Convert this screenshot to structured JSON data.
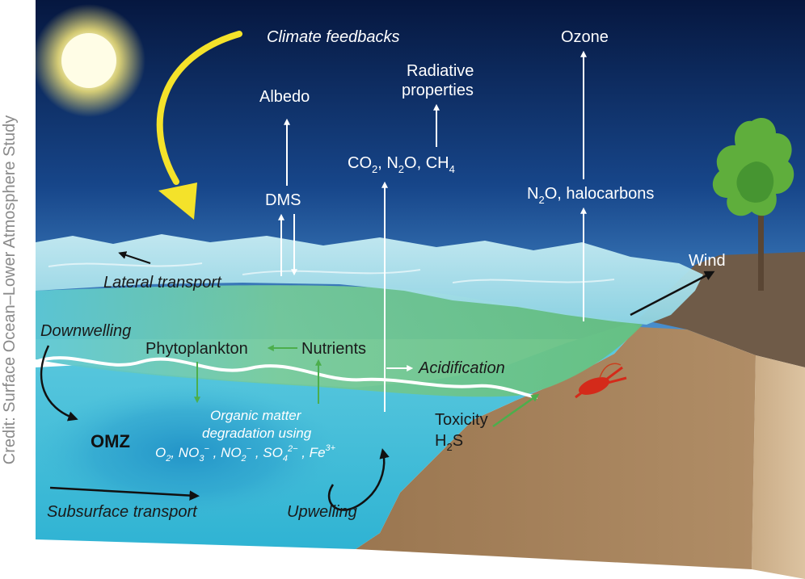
{
  "credit": "Credit: Surface Ocean–Lower Atmosphere Study",
  "labels": {
    "climate_feedbacks": "Climate feedbacks",
    "albedo": "Albedo",
    "radiative_line1": "Radiative",
    "radiative_line2": "properties",
    "ozone": "Ozone",
    "dms": "DMS",
    "gases_co2": "CO",
    "gases_n2o": ", N",
    "gases_ch4": "O, CH",
    "n2o_prefix": "N",
    "n2o_suffix": "O, halocarbons",
    "sub_2": "2",
    "sub_4": "4",
    "wind": "Wind",
    "lateral_transport": "Lateral transport",
    "downwelling": "Downwelling",
    "phytoplankton": "Phytoplankton",
    "nutrients": "Nutrients",
    "acidification": "Acidification",
    "omz": "OMZ",
    "organic_line1": "Organic matter",
    "organic_line2": "degradation using",
    "oxidants": [
      "O",
      ", NO",
      " , NO",
      " , SO",
      " , Fe"
    ],
    "oxidant_subs": [
      "2",
      "3",
      "2",
      "4",
      ""
    ],
    "oxidant_sups": [
      "",
      "−",
      "−",
      "2−",
      "3+"
    ],
    "toxicity": "Toxicity",
    "h2s_h": "H",
    "h2s_s": "S",
    "subsurface_transport": "Subsurface transport",
    "upwelling": "Upwelling"
  },
  "colors": {
    "sky_top": "#0b1f4d",
    "sky_bottom": "#3b7fc4",
    "ocean_surface": "#a9e0ec",
    "ocean_green": "#7cc98f",
    "ocean_deep": "#3db8d6",
    "land": "#a8845d",
    "land_top": "#6e5a46",
    "arrow_yellow": "#f6e13a",
    "arrow_green": "#4cae4c",
    "crustacean": "#d42a1a"
  }
}
